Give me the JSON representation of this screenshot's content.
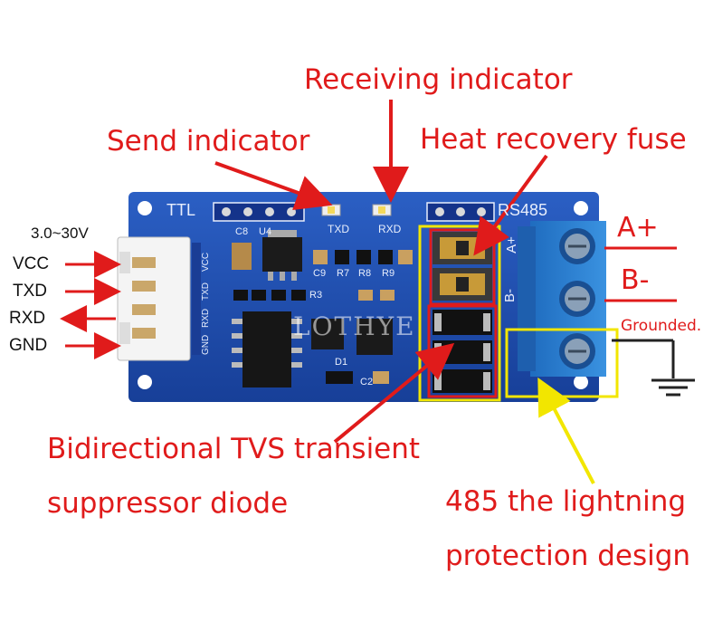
{
  "callouts": {
    "receiving": "Receiving indicator",
    "send": "Send indicator",
    "fuse": "Heat recovery fuse",
    "tvs_line1": "Bidirectional TVS transient",
    "tvs_line2": "suppressor diode",
    "lightning_line1": "485 the lightning",
    "lightning_line2": "protection design"
  },
  "terminals": {
    "a_plus": "A+",
    "b_minus": "B-",
    "grounded": "Grounded."
  },
  "power": {
    "voltage": "3.0~30V"
  },
  "pins": {
    "vcc": "VCC",
    "txd": "TXD",
    "rxd": "RXD",
    "gnd": "GND"
  },
  "board_silkscreen": {
    "ttl": "TTL",
    "rs485": "RS485",
    "txd": "TXD",
    "rxd": "RXD",
    "c8": "C8",
    "u4": "U4",
    "c9": "C9",
    "r7": "R7",
    "r8": "R8",
    "r9": "R9",
    "r3": "R3",
    "d1": "D1",
    "c2": "C2",
    "a_plus": "A+",
    "b_minus": "B-",
    "header_vcc": "VCC",
    "header_txd": "TXD",
    "header_rxd": "RXD",
    "header_gnd": "GND"
  },
  "watermark": "LOTHYE",
  "colors": {
    "callout": "#e01b1b",
    "board": "#1f4fb0",
    "terminal": "#2a7fd0",
    "highlight": "#f2e600"
  }
}
